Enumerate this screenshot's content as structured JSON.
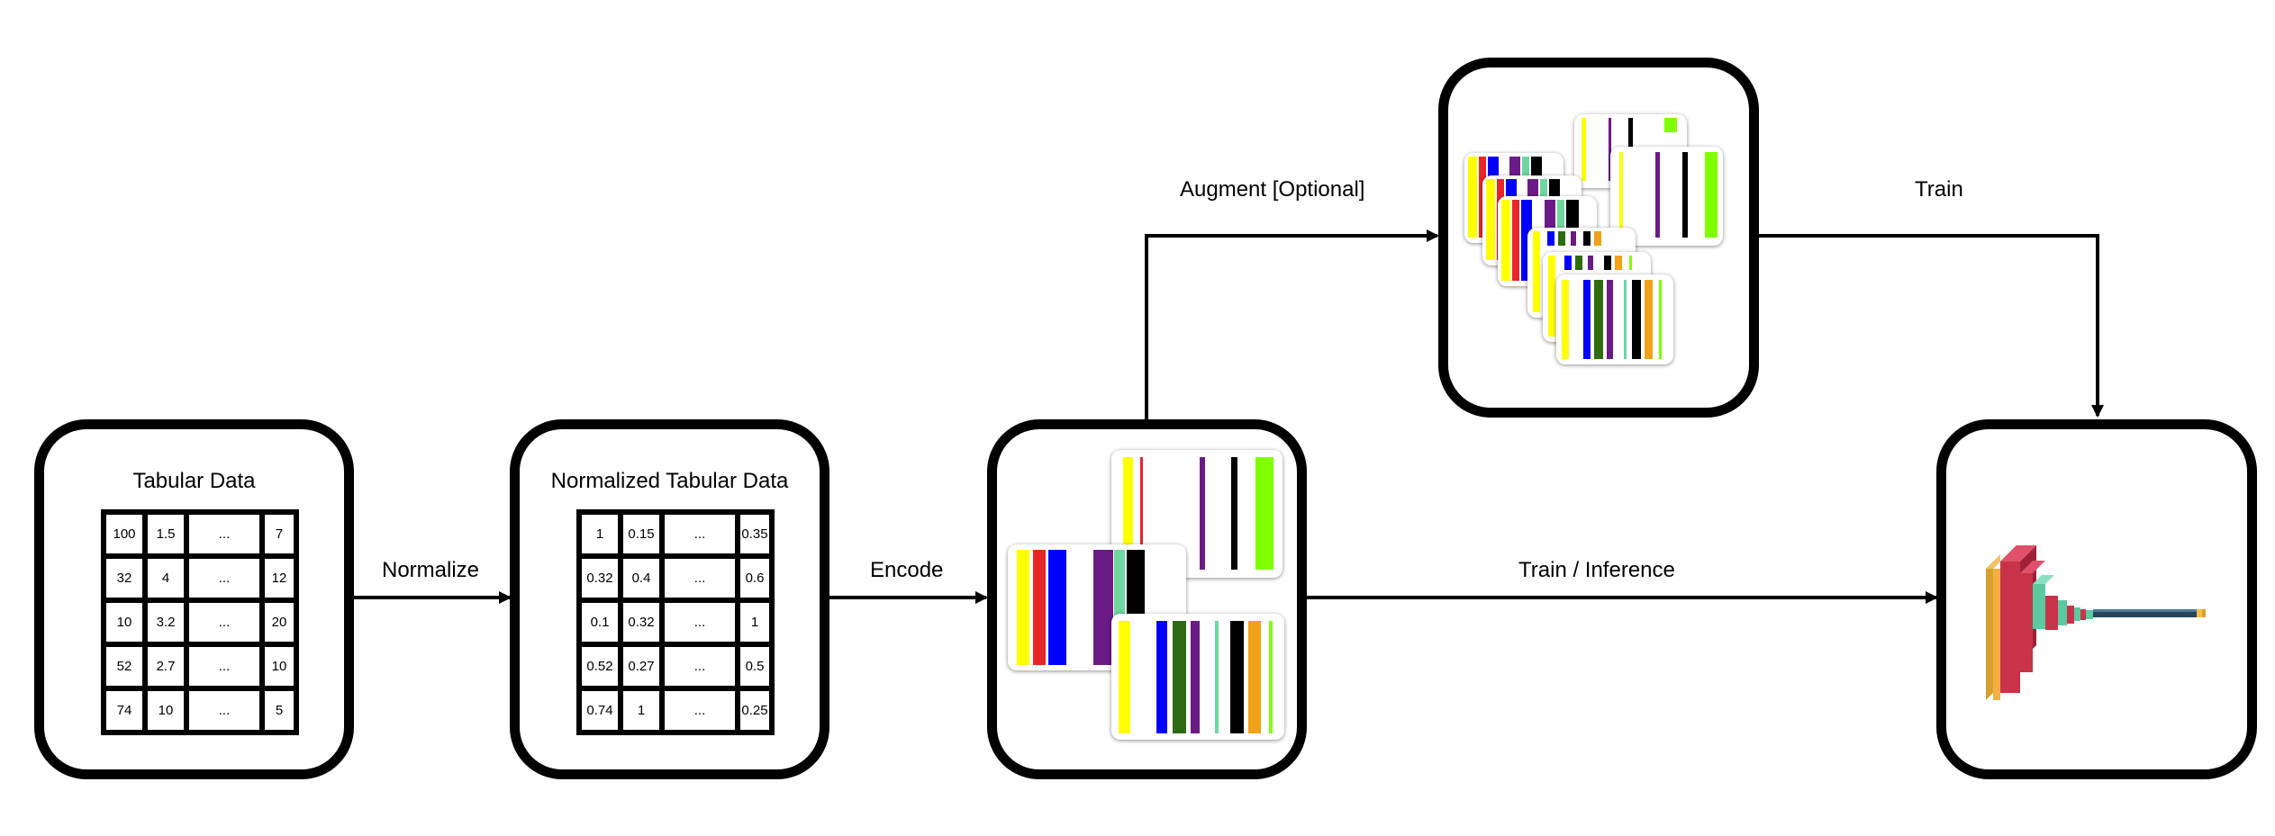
{
  "nodes": {
    "tabular": {
      "title": "Tabular Data"
    },
    "normalized": {
      "title": "Normalized Tabular Data"
    }
  },
  "edges": {
    "normalize": "Normalize",
    "encode": "Encode",
    "augment": "Augment [Optional]",
    "train": "Train",
    "train_inference": "Train / Inference"
  },
  "tabular_table": [
    [
      "100",
      "1.5",
      "...",
      "7"
    ],
    [
      "32",
      "4",
      "...",
      "12"
    ],
    [
      "10",
      "3.2",
      "...",
      "20"
    ],
    [
      "52",
      "2.7",
      "...",
      "10"
    ],
    [
      "74",
      "10",
      "...",
      "5"
    ]
  ],
  "normalized_table": [
    [
      "1",
      "0.15",
      "...",
      "0.35"
    ],
    [
      "0.32",
      "0.4",
      "...",
      "0.6"
    ],
    [
      "0.1",
      "0.32",
      "...",
      "1"
    ],
    [
      "0.52",
      "0.27",
      "...",
      "0.5"
    ],
    [
      "0.74",
      "1",
      "...",
      "0.25"
    ]
  ],
  "colors": {
    "yellow": "#ffff00",
    "red": "#e8262a",
    "blue": "#0000ff",
    "purple": "#6a1b86",
    "black": "#000000",
    "green": "#7fff00",
    "teal": "#6ed6a0",
    "darkgreen": "#2e6b12",
    "orange": "#f2a018",
    "model_red": "#c8334a",
    "model_orange": "#f0b040",
    "model_teal": "#5cc9a0"
  },
  "icons": {
    "encoded_stack": "encoded-image-stack-icon",
    "augmented_stack": "augmented-image-stack-icon",
    "model": "cnn-model-icon"
  }
}
